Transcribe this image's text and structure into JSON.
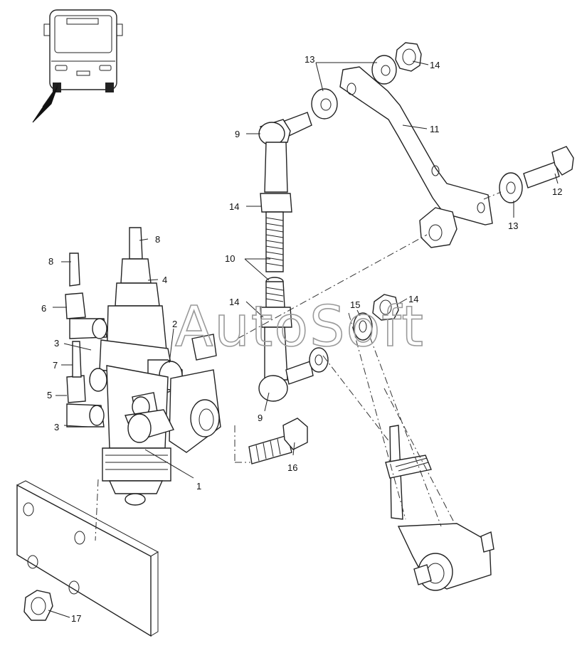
{
  "watermark": "AutoSoft",
  "callouts": [
    {
      "id": "c1",
      "text": "1"
    },
    {
      "id": "c2",
      "text": "2"
    },
    {
      "id": "c3a",
      "text": "3"
    },
    {
      "id": "c3b",
      "text": "3"
    },
    {
      "id": "c4",
      "text": "4"
    },
    {
      "id": "c5",
      "text": "5"
    },
    {
      "id": "c6",
      "text": "6"
    },
    {
      "id": "c7",
      "text": "7"
    },
    {
      "id": "c8a",
      "text": "8"
    },
    {
      "id": "c8b",
      "text": "8"
    },
    {
      "id": "c9a",
      "text": "9"
    },
    {
      "id": "c9b",
      "text": "9"
    },
    {
      "id": "c10",
      "text": "10"
    },
    {
      "id": "c11",
      "text": "11"
    },
    {
      "id": "c12",
      "text": "12"
    },
    {
      "id": "c13a",
      "text": "13"
    },
    {
      "id": "c13b",
      "text": "13"
    },
    {
      "id": "c14a",
      "text": "14"
    },
    {
      "id": "c14b",
      "text": "14"
    },
    {
      "id": "c14c",
      "text": "14"
    },
    {
      "id": "c14d",
      "text": "14"
    },
    {
      "id": "c15",
      "text": "15"
    },
    {
      "id": "c16",
      "text": "16"
    },
    {
      "id": "c17",
      "text": "17"
    }
  ]
}
